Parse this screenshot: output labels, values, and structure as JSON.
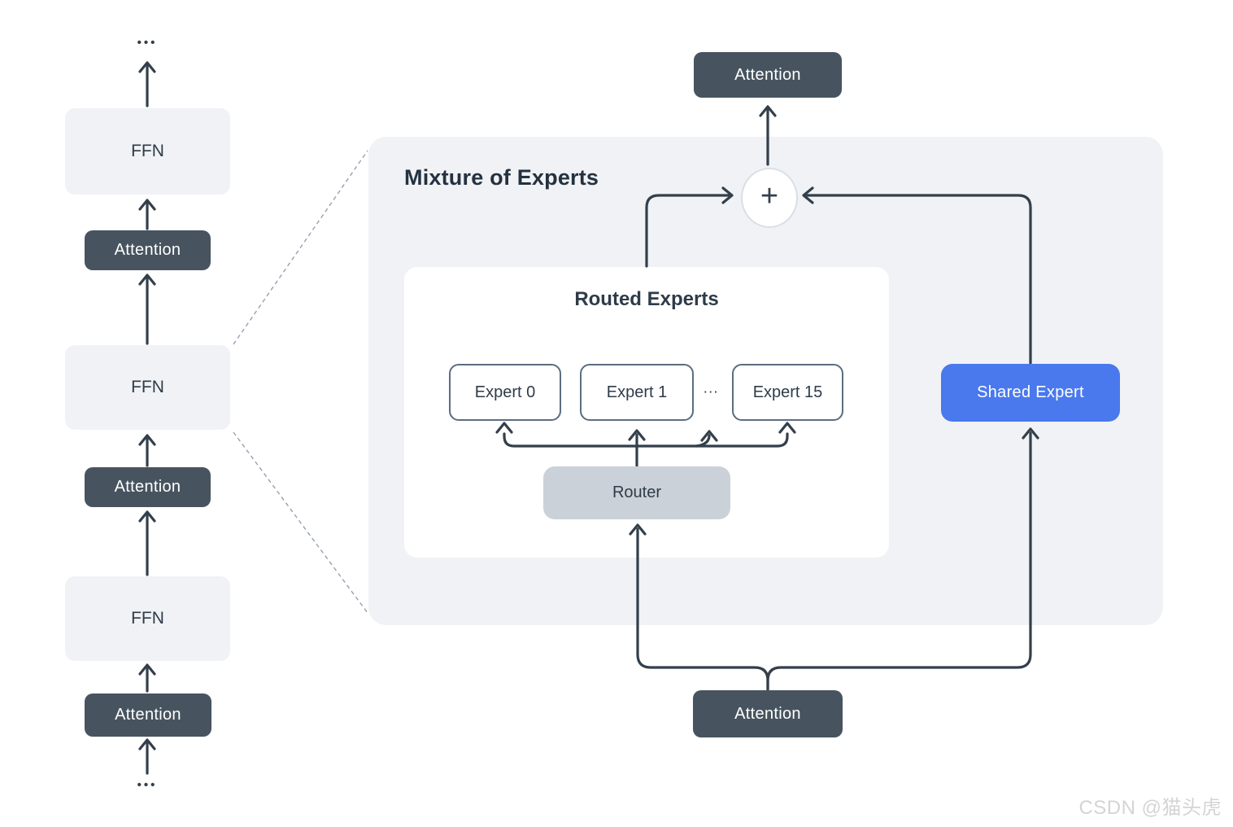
{
  "left_stack": {
    "ellipsis_top": "•••",
    "blocks": [
      {
        "label": "FFN"
      },
      {
        "label": "Attention"
      },
      {
        "label": "FFN"
      },
      {
        "label": "Attention"
      },
      {
        "label": "FFN"
      },
      {
        "label": "Attention"
      }
    ],
    "ellipsis_bottom": "•••"
  },
  "moe": {
    "title": "Mixture of Experts",
    "attention_top": "Attention",
    "sum_symbol": "+",
    "routed": {
      "title": "Routed Experts",
      "experts": [
        "Expert 0",
        "Expert 1",
        "Expert 15"
      ],
      "ellipsis": "···",
      "router": "Router"
    },
    "shared_expert": "Shared Expert",
    "attention_bottom": "Attention"
  },
  "watermark": "CSDN @猫头虎",
  "colors": {
    "panel_background": "#F0F2F5",
    "dark_block": "#47545F",
    "router_gray": "#CBD1D8",
    "shared_expert_blue": "#4A79EE",
    "connector_line": "#333F4B",
    "expert_border": "#5C6D80",
    "dotted_connector": "#95A1B1"
  }
}
